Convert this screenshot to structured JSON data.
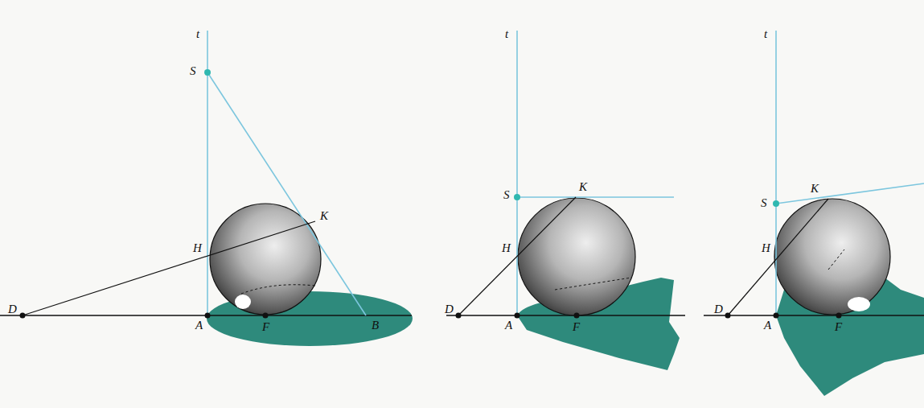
{
  "diagram": {
    "labels": [
      "t",
      "S",
      "K",
      "H",
      "D",
      "A",
      "F",
      "B",
      "t",
      "S",
      "K",
      "H",
      "D",
      "A",
      "F",
      "t",
      "S",
      "K",
      "H",
      "D",
      "A",
      "F"
    ]
  }
}
